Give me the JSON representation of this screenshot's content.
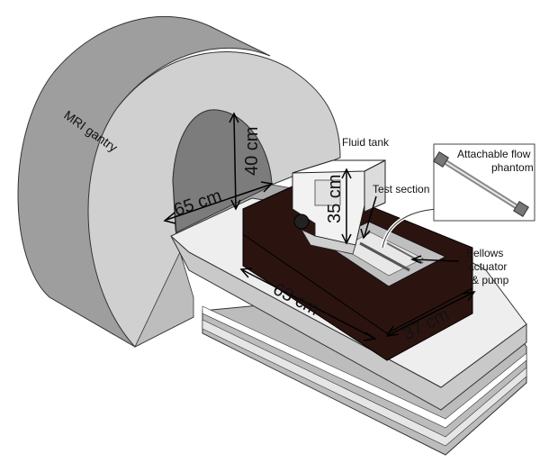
{
  "labels": {
    "gantry": "MRI gantry",
    "fluid_tank": "Fluid tank",
    "test_section": "Test section",
    "bellows_line1": "Bellows",
    "bellows_line2": "actuator",
    "bellows_line3": "& pump",
    "flow_phantom_line1": "Attachable flow",
    "flow_phantom_line2": "phantom"
  },
  "dimensions": {
    "bore_height": "40 cm",
    "bore_depth": "65 cm",
    "tank_height": "35 cm",
    "box_length": "63 cm",
    "box_width": "37 cm"
  },
  "colors": {
    "gantry_face": "#c8c8c8",
    "gantry_side": "#9e9e9e",
    "bore_inner": "#7c7c7c",
    "table_top": "#eeeeee",
    "table_side": "#c9c9c9",
    "box_dark": "#2b1410",
    "outline": "#333333"
  }
}
